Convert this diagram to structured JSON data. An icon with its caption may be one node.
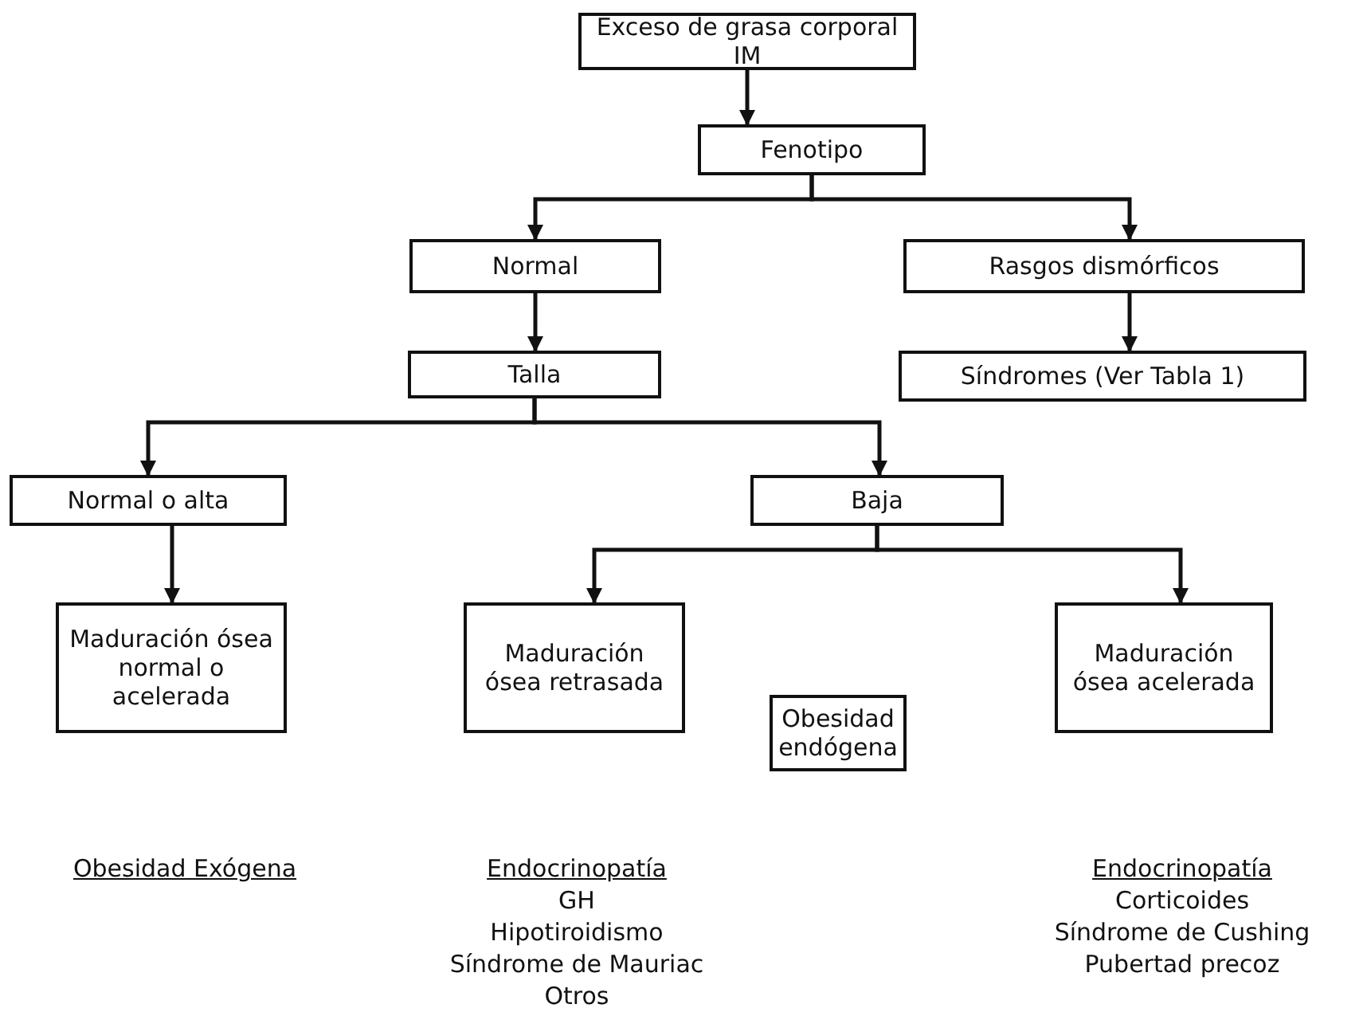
{
  "diagram": {
    "nodes": [
      {
        "text": [
          "Exceso de grasa corporal IM"
        ]
      },
      {
        "text": [
          "Fenotipo"
        ]
      },
      {
        "text": [
          "Normal"
        ]
      },
      {
        "text": [
          "Rasgos dismórficos"
        ]
      },
      {
        "text": [
          "Talla"
        ]
      },
      {
        "text": [
          "Síndromes (Ver Tabla 1)"
        ]
      },
      {
        "text": [
          "Normal o alta"
        ]
      },
      {
        "text": [
          "Baja"
        ]
      },
      {
        "text": [
          "Maduración ósea normal o acelerada"
        ]
      },
      {
        "text": [
          "Maduración ósea retrasada"
        ]
      },
      {
        "text": [
          "Obesidad endógena"
        ]
      },
      {
        "text": [
          "Maduración ósea acelerada"
        ]
      }
    ],
    "edges": [
      {
        "from": 0,
        "to": 1,
        "arrow": "to"
      },
      {
        "from": 1,
        "to": 2,
        "arrow": "to"
      },
      {
        "from": 1,
        "to": 3,
        "arrow": "to"
      },
      {
        "from": 2,
        "to": 4,
        "arrow": "to"
      },
      {
        "from": 3,
        "to": 5,
        "arrow": "to"
      },
      {
        "from": 4,
        "to": 6,
        "arrow": "to"
      },
      {
        "from": 4,
        "to": 7,
        "arrow": "to"
      },
      {
        "from": 6,
        "to": 8,
        "arrow": "to"
      },
      {
        "from": 7,
        "to": 9,
        "arrow": "to"
      },
      {
        "from": 7,
        "to": 11,
        "arrow": "to"
      }
    ],
    "labels": [
      "Obesidad Exógena",
      "Endocrinopatía",
      "GH",
      "Hipotiroidismo",
      "Síndrome de Mauriac",
      "Otros",
      "Endocrinopatía",
      "Corticoides",
      "Síndrome de Cushing",
      "Pubertad precoz"
    ]
  }
}
